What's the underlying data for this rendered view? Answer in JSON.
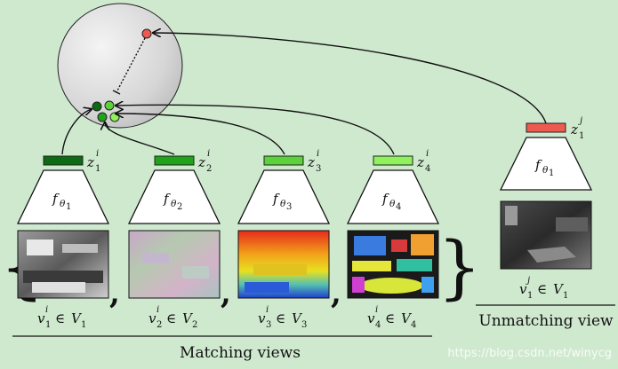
{
  "colors": {
    "background": "#cfe9cf",
    "sphere": "#d9d9d9",
    "z1": "#0b6b12",
    "z2": "#1fa319",
    "z3": "#5bd13a",
    "z4": "#8ff15c",
    "unmatch": "#ee5a4f"
  },
  "labels": {
    "z_i_1": "z",
    "z_i_2": "z",
    "z_i_3": "z",
    "z_i_4": "z",
    "z_j_1": "z",
    "f": "f",
    "theta": "θ",
    "v": "v",
    "in": "∈",
    "V": "V"
  },
  "indices": {
    "one": "1",
    "two": "2",
    "three": "3",
    "four": "4",
    "i": "i",
    "j": "j"
  },
  "captions": {
    "matching": "Matching views",
    "unmatching": "Unmatching view"
  },
  "watermark": "https://blog.csdn.net/winycg"
}
